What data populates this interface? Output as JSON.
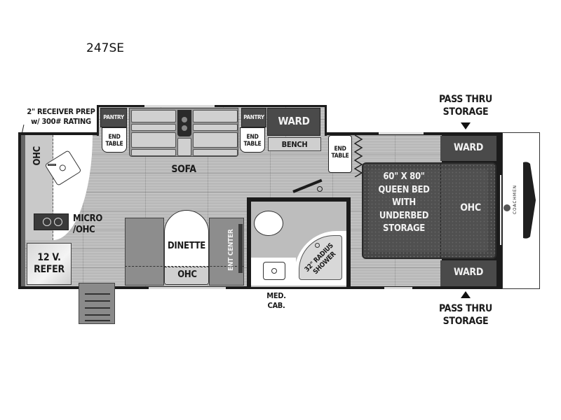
{
  "title": "247SE",
  "labels": {
    "receiver": "2\" RECEIVER PREP\nw/ 300# RATING",
    "receiver_line1": "2\" RECEIVER PREP",
    "receiver_line2": "w/ 300# RATING",
    "ohc_kitchen": "OHC",
    "micro_ohc_line1": "MICRO",
    "micro_ohc_line2": "/OHC",
    "refer_line1": "12 V.",
    "refer_line2": "REFER",
    "pantry_left": "PANTRY",
    "pantry_right": "PANTRY",
    "end_table_left_1": "END",
    "end_table_left_2": "TABLE",
    "end_table_mid_1": "END",
    "end_table_mid_2": "TABLE",
    "end_table_right_1": "END",
    "end_table_right_2": "TABLE",
    "sofa": "SOFA",
    "ward_top": "WARD",
    "bench": "BENCH",
    "dinette": "DINETTE",
    "dinette_ohc": "OHC",
    "ent_center": "ENT CENTER",
    "med_cab_1": "MED.",
    "med_cab_2": "CAB.",
    "shower_1": "32\" RADIUS",
    "shower_2": "SHOWER",
    "bed_1": "60\" X 80\"",
    "bed_2": "QUEEN BED",
    "bed_3": "WITH",
    "bed_4": "UNDERBED",
    "bed_5": "STORAGE",
    "bedroom_ohc": "OHC",
    "ward_front_top": "WARD",
    "ward_front_bottom": "WARD",
    "pass_thru_top_1": "PASS THRU",
    "pass_thru_top_2": "STORAGE",
    "pass_thru_bottom_1": "PASS THRU",
    "pass_thru_bottom_2": "STORAGE",
    "brand": "COACHMEN"
  },
  "colors": {
    "wall": "#1b1b1b",
    "floor": "#b9b9b9",
    "cabinet_dark": "#4a4a4a",
    "bed": "#474747",
    "white": "#ffffff"
  }
}
